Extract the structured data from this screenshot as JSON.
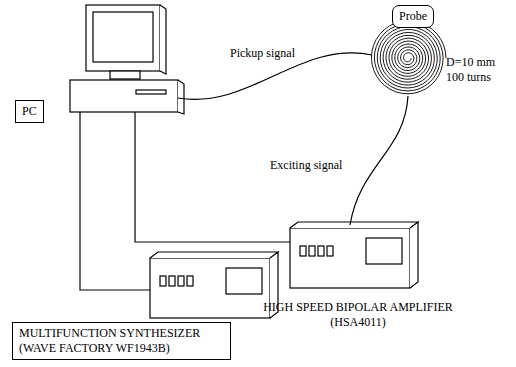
{
  "diagram": {
    "nodes": [
      {
        "text": [
          "PC"
        ]
      },
      {
        "text": [
          "Probe",
          "D=10 mm 100 turns"
        ]
      },
      {
        "text": [
          "MULTIFUNCTION SYNTHESIZER (WAVE FACTORY WF1943B)"
        ]
      },
      {
        "text": [
          "HIGH SPEED BIPOLAR AMPLIFIER (HSA4011)"
        ]
      }
    ],
    "edges": [
      {
        "from": 0,
        "to": 1,
        "label": "Pickup signal",
        "arrow": "none"
      },
      {
        "from": 3,
        "to": 1,
        "label": "Exciting signal",
        "arrow": "none"
      },
      {
        "from": 0,
        "to": 2,
        "arrow": "none"
      },
      {
        "from": 0,
        "to": 3,
        "arrow": "none"
      }
    ]
  }
}
